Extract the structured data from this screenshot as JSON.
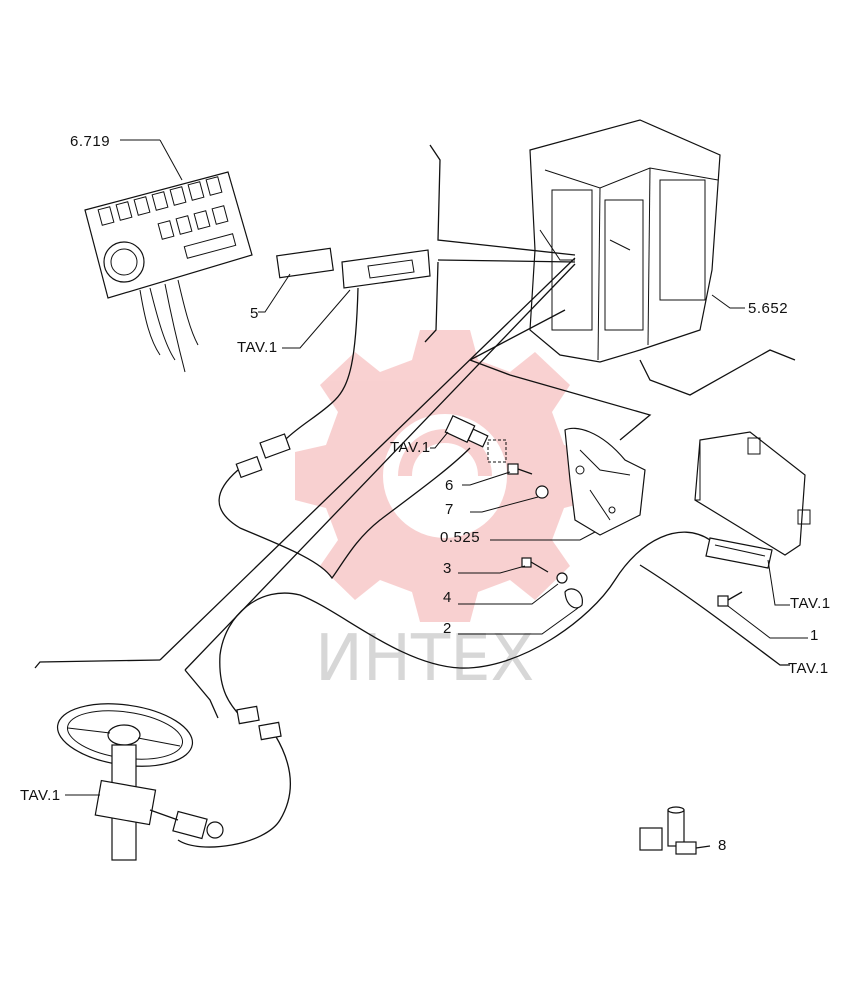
{
  "labels": {
    "dash_panel": "6.719",
    "cab": "5.652",
    "lens": "5",
    "lamp_ref": "TAV.1",
    "switch_ref": "TAV.1",
    "screw_6": "6",
    "washer_7": "7",
    "bracket": "0.525",
    "screw_3": "3",
    "washer_4": "4",
    "clamp_2": "2",
    "module_ref": "TAV.1",
    "bolt_1": "1",
    "harness_ref": "TAV.1",
    "column_ref": "TAV.1",
    "fuse_8": "8"
  },
  "watermark": {
    "text": "ИНТЕХ",
    "color": "#e85a5a"
  }
}
